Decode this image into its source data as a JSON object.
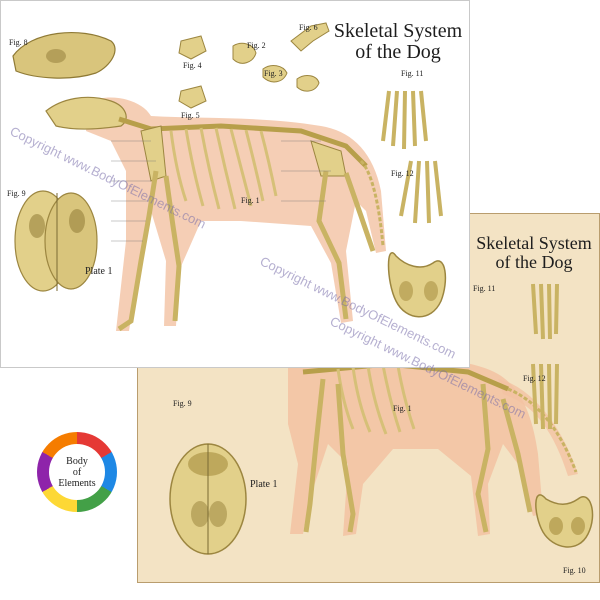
{
  "posters": {
    "front": {
      "title_line1": "Skeletal System",
      "title_line2": "of the Dog",
      "figs": [
        "Fig. 8",
        "Fig. 4",
        "Fig. 2",
        "Fig. 6",
        "Fig. 3",
        "Fig. 5",
        "Fig. 11",
        "Fig. 12",
        "Fig. 9",
        "Fig. 1"
      ],
      "plate": "Plate 1"
    },
    "back": {
      "title_line1": "Skeletal System",
      "title_line2": "of the Dog",
      "figs": [
        "Fig. 11",
        "Fig. 12",
        "Fig. 9",
        "Fig. 1",
        "Fig. 10"
      ],
      "plate": "Plate 1"
    }
  },
  "logo": {
    "line1": "Body",
    "line2": "of",
    "line3": "Elements",
    "colors": [
      "#e53935",
      "#1e88e5",
      "#43a047",
      "#fdd835",
      "#8e24aa",
      "#f57c00"
    ]
  },
  "watermark": "Copyright www.BodyOfElements.com",
  "colors": {
    "bone": "#e2d08a",
    "bone_dark": "#b79f4a",
    "skin": "#f2c2a2",
    "front_bg": "#ffffff",
    "back_bg": "#f3e3c4"
  }
}
